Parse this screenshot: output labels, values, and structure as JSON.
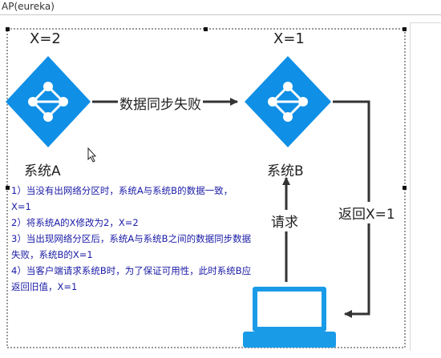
{
  "window": {
    "title": "AP(eureka)"
  },
  "diagram": {
    "node_a": {
      "state": "X=2",
      "label": "系统A"
    },
    "node_b": {
      "state": "X=1",
      "label": "系统B"
    },
    "edges": {
      "sync": "数据同步失败",
      "request": "请求",
      "return": "返回X=1"
    },
    "colors": {
      "node": "#0f8fe6",
      "arrow": "#333333",
      "client": "#1a9be8",
      "notes_text": "#1a1aa6"
    }
  },
  "notes": [
    "1）当没有出网络分区时，系统A与系统B的数据一致，X=1",
    "2）将系统A的X修改为2，X=2",
    "3）当出现网络分区后，系统A与系统B之间的数据同步数据失败，系统B的X=1",
    "4）当客户端请求系统B时，为了保证可用性，此时系统B应返回旧值，X=1"
  ]
}
